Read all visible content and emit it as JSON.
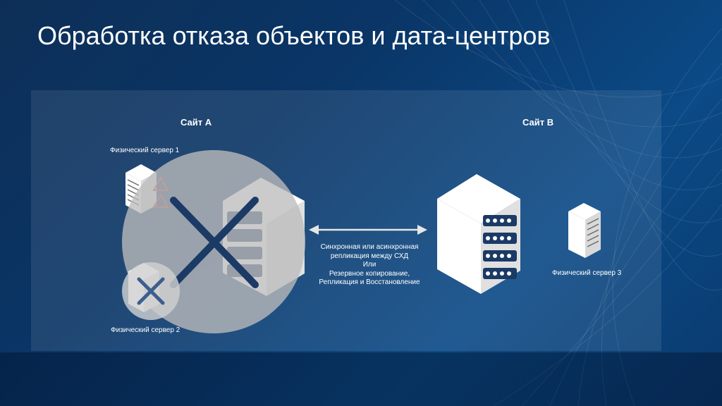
{
  "title": "Обработка отказа объектов и дата-центров",
  "site_a": {
    "label": "Сайт A",
    "server1_label": "Физический сервер 1",
    "server2_label": "Физический сервер 2"
  },
  "site_b": {
    "label": "Сайт B",
    "server3_label": "Физический сервер 3"
  },
  "replication": {
    "line1": "Синхронная или асинхронная",
    "line2": "репликация между СХД",
    "line3": "Или",
    "line4": "Резервное копирование,",
    "line5": "Репликация и Восстановление"
  },
  "colors": {
    "background": "#0a3566",
    "failure_circle": "#bdbdbd",
    "failure_x": "#1b3a66",
    "warning": "#c0392b"
  }
}
